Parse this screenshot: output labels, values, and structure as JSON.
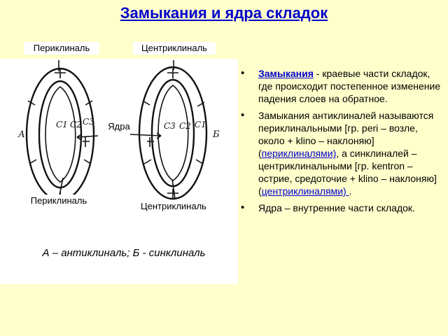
{
  "title": "Замыкания и ядра складок",
  "figure": {
    "label_top_left": "Периклиналь",
    "label_top_right": "Центриклиналь",
    "label_bottom_left": "Периклиналь",
    "label_bottom_right": "Центриклиналь",
    "label_core": "Ядра",
    "letter_a": "А",
    "letter_b": "Б",
    "layers_left": [
      "C1",
      "C2",
      "C3"
    ],
    "layers_right": [
      "C3",
      "C2",
      "C1"
    ],
    "caption": "А – антиклиналь; Б - синклиналь"
  },
  "bullets": {
    "b1_term": "Замыкания",
    "b1_text": " - краевые части складок, где происходит постепенное изменение падения слоев на обратное.",
    "b2_text1": "Замыкания антиклиналей называются периклинальными [гр. peri – возле, около + klino – наклоняю] (",
    "b2_link1": "периклиналями)",
    "b2_text2": ", а синклиналей – центриклинальными [гр. kentron – острие, средоточие + klino – наклоняю] (",
    "b2_link2": "центриклиналями) ",
    "b2_text3": ".",
    "b3_text": "Ядра – внутренние части складок."
  },
  "colors": {
    "title": "#0000cc",
    "background": "#ffffcc",
    "link": "#0000cc"
  }
}
